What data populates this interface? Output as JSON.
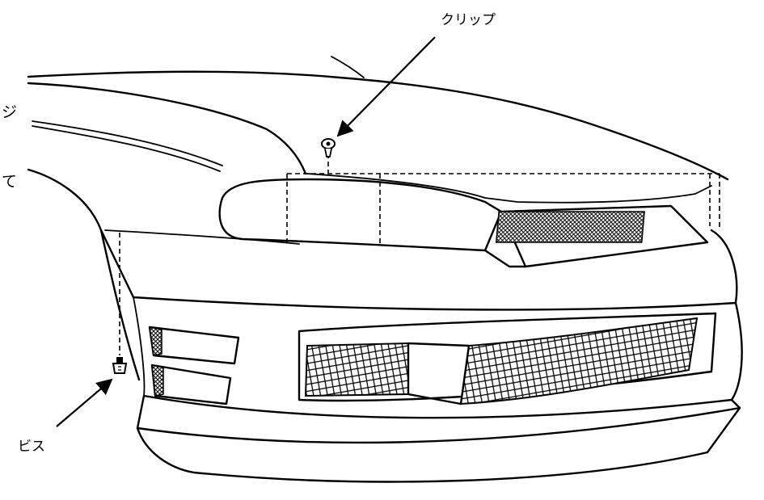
{
  "labels": {
    "clip": "クリップ",
    "screw": "ビス"
  },
  "edge_text": {
    "line1": "ジ",
    "line2": "て"
  },
  "parts": {
    "clip_icon": "clip-fastener",
    "screw_icon": "screw-fastener"
  },
  "colors": {
    "line": "#000000",
    "background": "#ffffff"
  }
}
